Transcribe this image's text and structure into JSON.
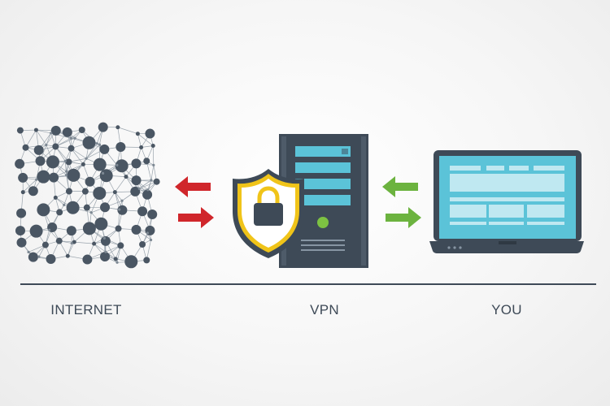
{
  "labels": {
    "internet": "INTERNET",
    "vpn": "VPN",
    "you": "YOU"
  },
  "colors": {
    "dark": "#3e4a57",
    "node": "#4a5663",
    "line": "#9aa4ad",
    "screen": "#5bc3d8",
    "screen_light": "#bfe8f1",
    "shield_gold": "#f0c419",
    "lock_gold": "#f0c419",
    "arrow_red": "#d0262b",
    "arrow_green": "#6cb33f",
    "server_led": "#7dc242"
  },
  "icons": {
    "internet": "network-mesh-icon",
    "vpn": "server-with-shield-lock-icon",
    "you": "laptop-icon"
  }
}
